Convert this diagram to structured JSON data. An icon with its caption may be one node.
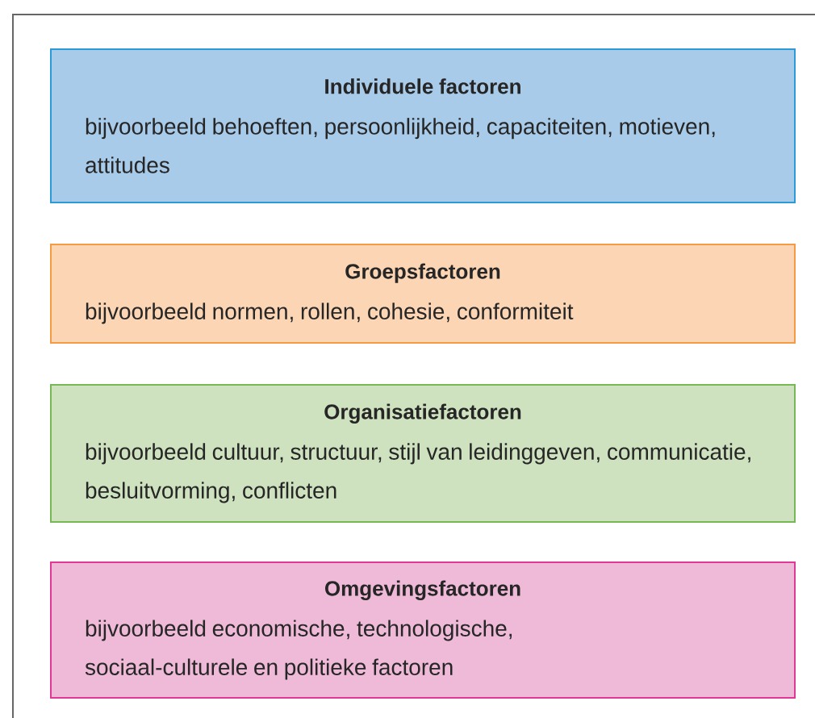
{
  "diagram": {
    "nodes": [
      {
        "text": [
          "Individuele factoren",
          "bijvoorbeeld behoeften, persoonlijkheid, capaciteiten, motieven, attitudes"
        ]
      },
      {
        "text": [
          "Groepsfactoren",
          "bijvoorbeeld normen, rollen, cohesie, conformiteit"
        ]
      },
      {
        "text": [
          "Organisatiefactoren",
          "bijvoorbeeld cultuur, structuur, stijl van leidinggeven, communicatie, besluitvorming, conflicten"
        ]
      },
      {
        "text": [
          "Omgevingsfactoren",
          "bijvoorbeeld economische, technologische, sociaal-culturele en politieke factoren"
        ]
      }
    ]
  }
}
